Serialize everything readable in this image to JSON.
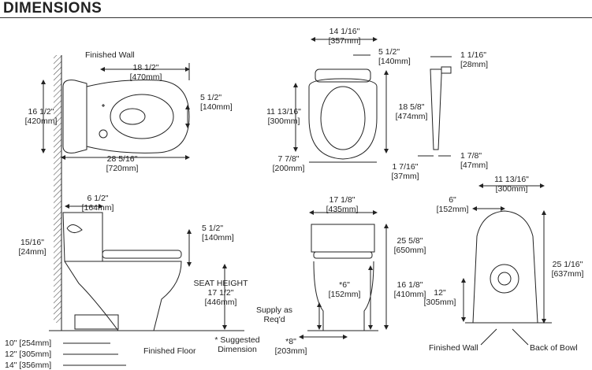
{
  "title": "DIMENSIONS",
  "labels": {
    "finished_wall_top": "Finished Wall",
    "plan_width_in": "18 1/2\"",
    "plan_width_mm": "[470mm]",
    "plan_depth_in": "16 1/2\"",
    "plan_depth_mm": "[420mm]",
    "plan_hole_in": "5 1/2\"",
    "plan_hole_mm": "[140mm]",
    "plan_length_in": "28 5/16\"",
    "plan_length_mm": "[720mm]",
    "seat_width_in": "14 1/16\"",
    "seat_width_mm": "[357mm]",
    "seat_hinge_in": "5 1/2\"",
    "seat_hinge_mm": "[140mm]",
    "seat_open_in": "11 13/16\"",
    "seat_open_mm": "[300mm]",
    "seat_length_in": "18 5/8\"",
    "seat_length_mm": "[474mm]",
    "seat_bottom_in": "7 7/8\"",
    "seat_bottom_mm": "[200mm]",
    "seat_side_top_in": "1 1/16\"",
    "seat_side_top_mm": "[28mm]",
    "seat_side_bot_in": "1 7/8\"",
    "seat_side_bot_mm": "[47mm]",
    "seat_side_left_in": "1 7/16\"",
    "seat_side_left_mm": "[37mm]",
    "side_tank_in": "6 1/2\"",
    "side_tank_mm": "[164mm]",
    "side_lip_in": "15/16\"",
    "side_lip_mm": "[24mm]",
    "side_seat_in": "5 1/2\"",
    "side_seat_mm": "[140mm]",
    "seat_height_label": "SEAT HEIGHT",
    "seat_height_in": "17 1/2\"",
    "seat_height_mm": "[446mm]",
    "rough_10": "10\" [254mm]",
    "rough_12": "12\" [305mm]",
    "rough_14": "14\" [356mm]",
    "finished_floor": "Finished Floor",
    "suggested": "* Suggested",
    "dimension": "Dimension",
    "front_width_in": "17 1/8\"",
    "front_width_mm": "[435mm]",
    "front_height_in": "25 5/8\"",
    "front_height_mm": "[650mm]",
    "front_bowl_in": "16 1/8\"",
    "front_bowl_mm": "[410mm]",
    "supply_label": "Supply as",
    "supply_req": "Req'd",
    "supply_h_in": "*6\"",
    "supply_h_mm": "[152mm]",
    "supply_x_in": "*8\"",
    "supply_x_mm": "[203mm]",
    "back_width_in": "11 13/16\"",
    "back_width_mm": "[300mm]",
    "back_6_in": "6\"",
    "back_6_mm": "[152mm]",
    "back_height_in": "25 1/16\"",
    "back_height_mm": "[637mm]",
    "back_12_in": "12\"",
    "back_12_mm": "[305mm]",
    "finished_wall_bottom": "Finished Wall",
    "back_of_bowl": "Back of Bowl"
  }
}
